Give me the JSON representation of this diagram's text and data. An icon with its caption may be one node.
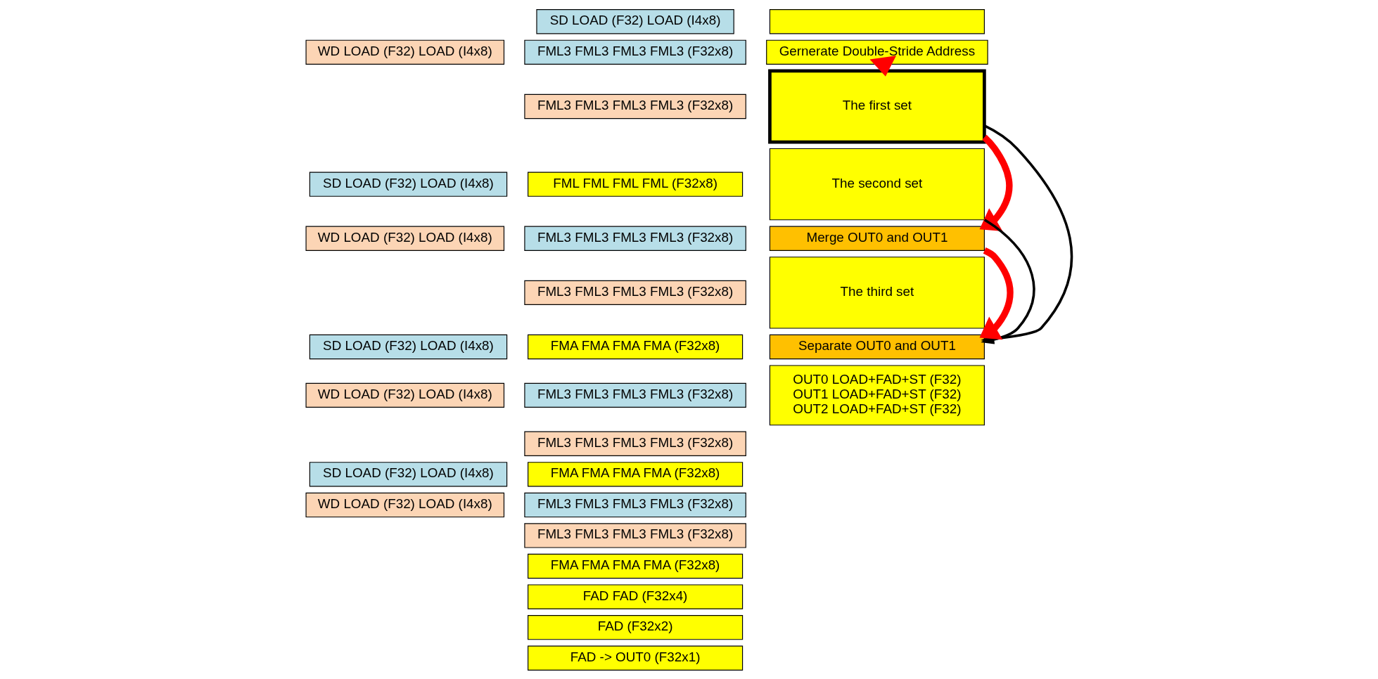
{
  "diagram": {
    "nodes": [
      {
        "text": [
          "SD LOAD (F32) LOAD (I4x8)"
        ]
      },
      {
        "text": [
          "WD LOAD (F32) LOAD (I4x8)"
        ]
      },
      {
        "text": [
          "FML3 FML3 FML3 FML3 (F32x8)"
        ]
      },
      {
        "text": [
          "FML3 FML3 FML3 FML3 (F32x8)"
        ]
      },
      {
        "text": [
          "SD LOAD (F32) LOAD (I4x8)"
        ]
      },
      {
        "text": [
          "FML FML FML FML (F32x8)"
        ]
      },
      {
        "text": [
          "WD LOAD (F32) LOAD (I4x8)"
        ]
      },
      {
        "text": [
          "FML3 FML3 FML3 FML3 (F32x8)"
        ]
      },
      {
        "text": [
          "FML3 FML3 FML3 FML3 (F32x8)"
        ]
      },
      {
        "text": [
          "SD LOAD (F32) LOAD (I4x8)"
        ]
      },
      {
        "text": [
          "FMA FMA FMA FMA (F32x8)"
        ]
      },
      {
        "text": [
          "WD LOAD (F32) LOAD (I4x8)"
        ]
      },
      {
        "text": [
          "FML3 FML3 FML3 FML3 (F32x8)"
        ]
      },
      {
        "text": [
          "FML3 FML3 FML3 FML3 (F32x8)"
        ]
      },
      {
        "text": [
          "SD LOAD (F32) LOAD (I4x8)"
        ]
      },
      {
        "text": [
          "FMA FMA FMA FMA (F32x8)"
        ]
      },
      {
        "text": [
          "WD LOAD (F32) LOAD (I4x8)"
        ]
      },
      {
        "text": [
          "FML3 FML3 FML3 FML3 (F32x8)"
        ]
      },
      {
        "text": [
          "FML3 FML3 FML3 FML3 (F32x8)"
        ]
      },
      {
        "text": [
          "FMA FMA FMA FMA (F32x8)"
        ]
      },
      {
        "text": [
          "FAD FAD (F32x4)"
        ]
      },
      {
        "text": [
          "FAD (F32x2)"
        ]
      },
      {
        "text": [
          "FAD -> OUT0 (F32x1)"
        ]
      },
      {
        "text": [],
        "shape": "box"
      },
      {
        "text": [
          "Gernerate Double-Stride Address"
        ]
      },
      {
        "text": [
          "The first set"
        ]
      },
      {
        "text": [
          "The second set"
        ]
      },
      {
        "text": [
          "Merge OUT0 and OUT1"
        ]
      },
      {
        "text": [
          "The third set"
        ]
      },
      {
        "text": [
          "Separate OUT0 and OUT1"
        ]
      },
      {
        "text": [
          "OUT0 LOAD+FAD+ST (F32)",
          "OUT1 LOAD+FAD+ST (F32)",
          "OUT2 LOAD+FAD+ST (F32)"
        ]
      }
    ],
    "edges": [
      {
        "from": 24,
        "to": 25,
        "arrow": "to",
        "style": "thick"
      },
      {
        "from": 25,
        "to": 27,
        "arrow": "to",
        "style": "thick"
      },
      {
        "from": 27,
        "to": 29,
        "arrow": "to",
        "style": "thick"
      },
      {
        "from": 25,
        "to": 29,
        "arrow": "to",
        "color": "#000000"
      },
      {
        "from": 26,
        "to": 29,
        "arrow": "to",
        "color": "#000000"
      }
    ]
  }
}
